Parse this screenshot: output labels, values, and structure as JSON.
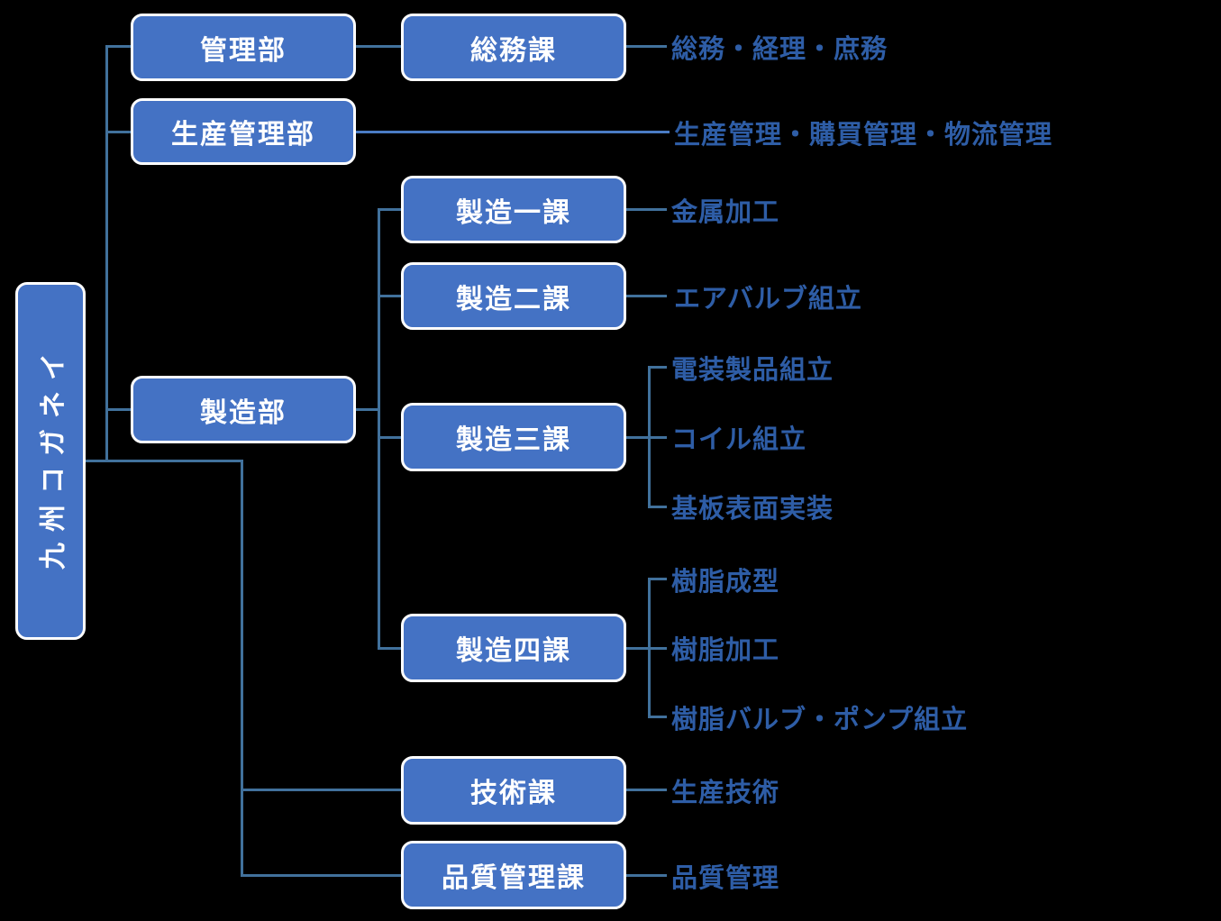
{
  "colors": {
    "background": "#000000",
    "node-fill": "#4472C4",
    "node-border": "#FFFFFF",
    "node-text": "#FFFFFF",
    "connector": "#41719C",
    "connector-bright": "#4A7CC4",
    "label-text": "#2E5DA6"
  },
  "org": {
    "root": "九州コガネイ",
    "children": [
      {
        "name": "管理部",
        "children": [
          {
            "name": "総務課",
            "functions": [
              "総務・経理・庶務"
            ]
          }
        ]
      },
      {
        "name": "生産管理部",
        "functions": [
          "生産管理・購買管理・物流管理"
        ]
      },
      {
        "name": "製造部",
        "children": [
          {
            "name": "製造一課",
            "functions": [
              "金属加工"
            ]
          },
          {
            "name": "製造二課",
            "functions": [
              "エアバルブ組立"
            ]
          },
          {
            "name": "製造三課",
            "functions": [
              "電装製品組立",
              "コイル組立",
              "基板表面実装"
            ]
          },
          {
            "name": "製造四課",
            "functions": [
              "樹脂成型",
              "樹脂加工",
              "樹脂バルブ・ポンプ組立"
            ]
          }
        ]
      },
      {
        "name": "技術課",
        "functions": [
          "生産技術"
        ]
      },
      {
        "name": "品質管理課",
        "functions": [
          "品質管理"
        ]
      }
    ]
  }
}
